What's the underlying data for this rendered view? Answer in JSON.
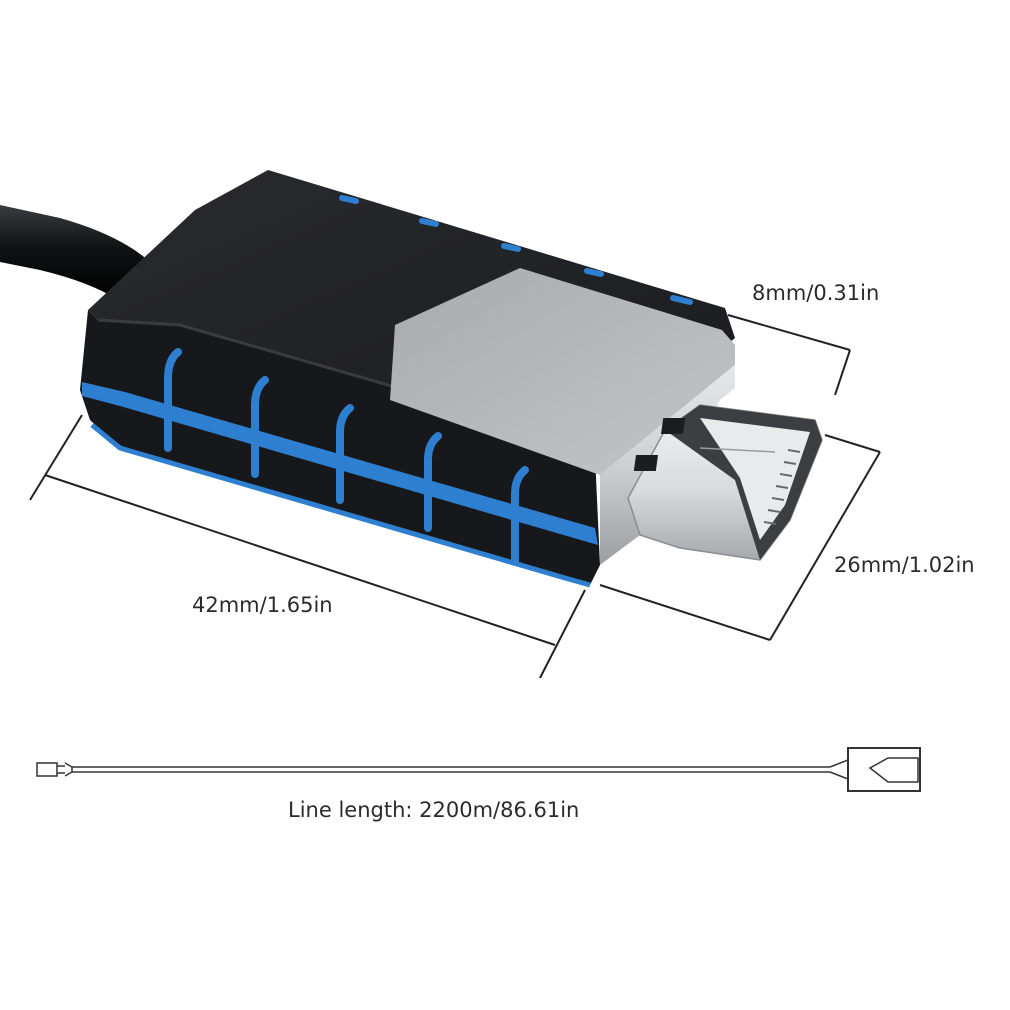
{
  "dimensions": {
    "thickness": "8mm/0.31in",
    "width": "26mm/1.02in",
    "length": "42mm/1.65in"
  },
  "cable": {
    "line_length": "Line length: 2200m/86.61in"
  },
  "colors": {
    "body": "#1c1d20",
    "accent_stripe": "#2f7fd0",
    "metal": "#b9babd",
    "line": "#222222"
  }
}
